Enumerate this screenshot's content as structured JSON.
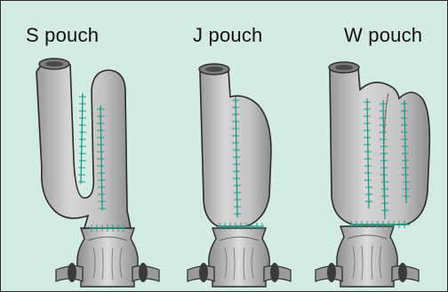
{
  "figure": {
    "labels": {
      "s_pouch": "S pouch",
      "j_pouch": "J pouch",
      "w_pouch": "W pouch"
    }
  },
  "colors": {
    "background": "#d4ebe4",
    "bowel_fill": "#c2c2c2",
    "outline": "#2b2b2b",
    "suture": "#1f9a82",
    "anal_canal": "#c8c8c8"
  }
}
